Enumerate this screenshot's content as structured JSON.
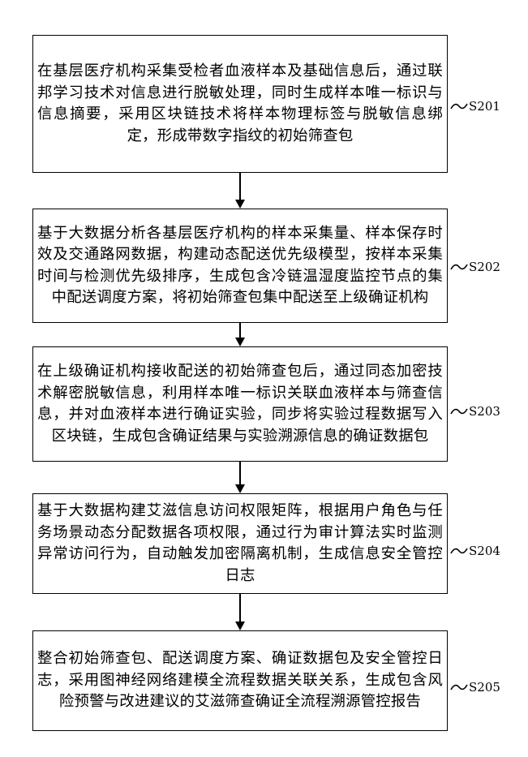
{
  "steps": [
    {
      "id": "S201",
      "text": "在基层医疗机构采集受检者血液样本及基础信息后，通过联邦学习技术对信息进行脱敏处理，同时生成样本唯一标识与信息摘要，采用区块链技术将样本物理标签与脱敏信息绑定，形成带数字指纹的初始筛查包"
    },
    {
      "id": "S202",
      "text": "基于大数据分析各基层医疗机构的样本采集量、样本保存时效及交通路网数据，构建动态配送优先级模型，按样本采集时间与检测优先级排序，生成包含冷链温湿度监控节点的集中配送调度方案，将初始筛查包集中配送至上级确证机构"
    },
    {
      "id": "S203",
      "text": "在上级确证机构接收配送的初始筛查包后，通过同态加密技术解密脱敏信息，利用样本唯一标识关联血液样本与筛查信息，并对血液样本进行确证实验，同步将实验过程数据写入区块链，生成包含确证结果与实验溯源信息的确证数据包"
    },
    {
      "id": "S204",
      "text": "基于大数据构建艾滋信息访问权限矩阵，根据用户角色与任务场景动态分配数据各项权限，通过行为审计算法实时监测异常访问行为，自动触发加密隔离机制，生成信息安全管控日志"
    },
    {
      "id": "S205",
      "text": "整合初始筛查包、配送调度方案、确证数据包及安全管控日志，采用图神经网络建模全流程数据关联关系，生成包含风险预警与改进建议的艾滋筛查确证全流程溯源管控报告"
    }
  ]
}
